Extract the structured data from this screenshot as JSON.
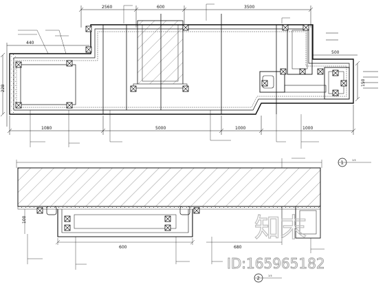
{
  "plan": {
    "dims_top": [
      "2560",
      "600",
      "3500"
    ],
    "dim_left_upper": "440",
    "dim_left_vertical": "228",
    "dims_bottom": [
      "1080",
      "5000",
      "1000",
      "1000"
    ],
    "dim_right_upper": "500",
    "dim_right_vertical": "150",
    "marker_label": "1",
    "scale_label": "1:5"
  },
  "section": {
    "dim_left": "100",
    "dim_mid": "600",
    "dim_right": "680",
    "marker_label": "2",
    "scale_label": "1:5"
  },
  "watermark": {
    "logo_text": "知末",
    "id_text": "ID:165965182"
  }
}
